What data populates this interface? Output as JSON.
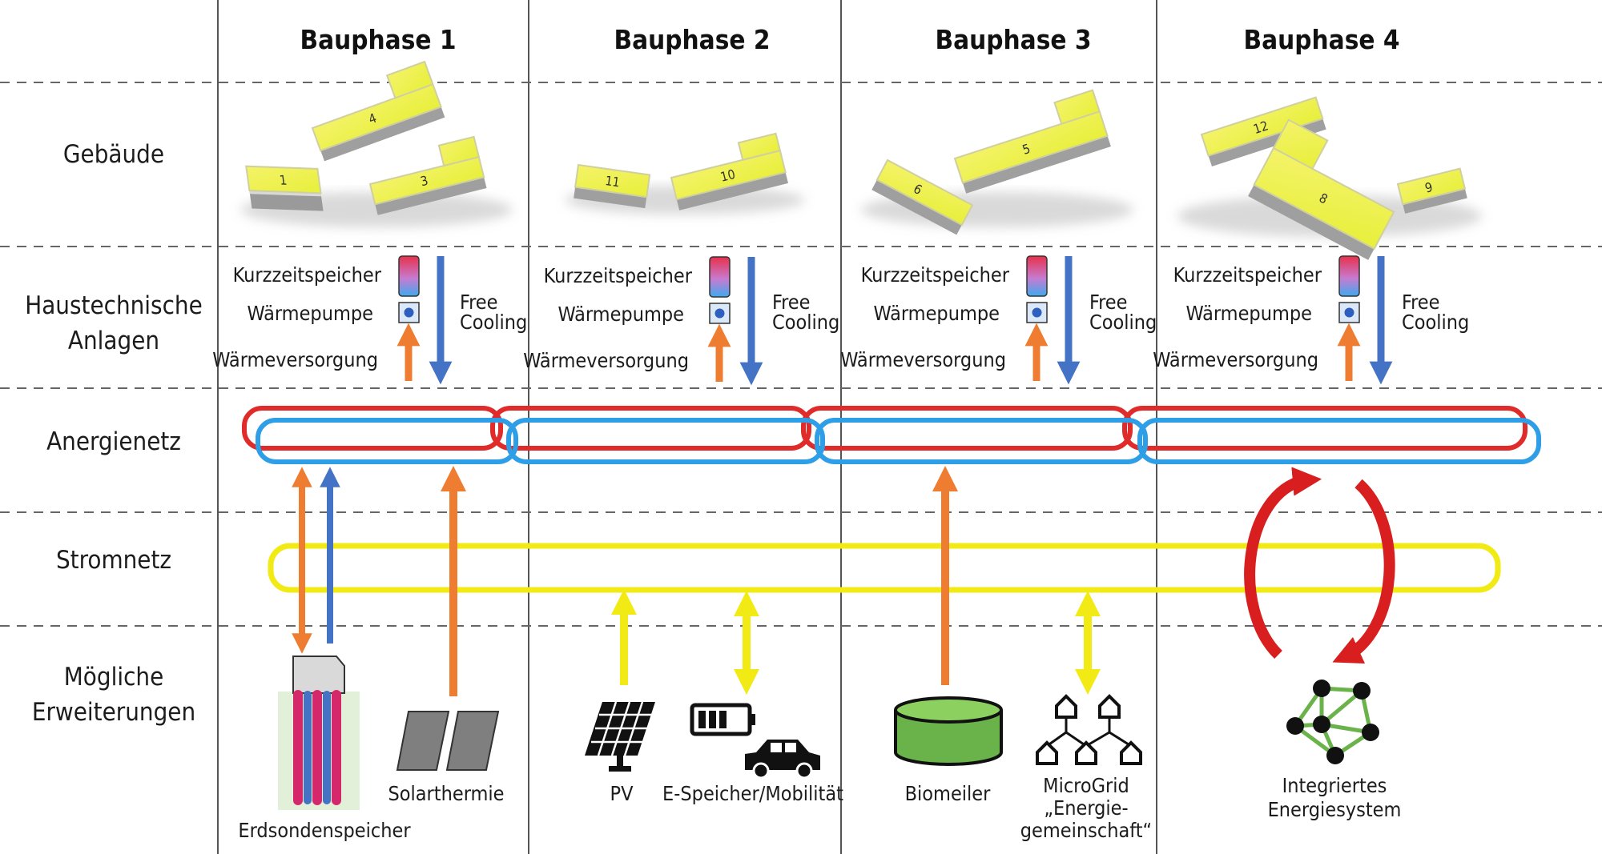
{
  "phases": [
    "Bauphase 1",
    "Bauphase 2",
    "Bauphase 3",
    "Bauphase 4"
  ],
  "rows": {
    "gebaeude": "Gebäude",
    "haustechnik": [
      "Haustechnische",
      "Anlagen"
    ],
    "anergienetz": "Anergienetz",
    "stromnetz": "Stromnetz",
    "erweiterungen": [
      "Mögliche",
      "Erweiterungen"
    ]
  },
  "haustechnik_labels": {
    "kurzzeitspeicher": "Kurzzeitspeicher",
    "waermepumpe": "Wärmepumpe",
    "waermeversorgung": "Wärmeversorgung",
    "free_cooling": [
      "Free",
      "Cooling"
    ]
  },
  "buildings": {
    "phase1": [
      "1",
      "4",
      "3"
    ],
    "phase2": [
      "11",
      "10"
    ],
    "phase3": [
      "6",
      "5"
    ],
    "phase4": [
      "12",
      "8",
      "9"
    ]
  },
  "extensions": {
    "erdsonden": "Erdsondenspeicher",
    "solarthermie": "Solarthermie",
    "pv": "PV",
    "espeicher": "E-Speicher/Mobilität",
    "biomeiler": "Biomeiler",
    "microgrid": [
      "MicroGrid",
      "„Energie-",
      "gemeinschaft“"
    ],
    "integriert": [
      "Integriertes",
      "Energiesystem"
    ]
  },
  "colors": {
    "orange": "#ee7d31",
    "blue": "#4472c4",
    "red": "#e02b2b",
    "lightblue": "#2e9ee6",
    "yellow": "#f2ea15",
    "green": "#6ab24a",
    "gray": "#7f7f7f"
  }
}
